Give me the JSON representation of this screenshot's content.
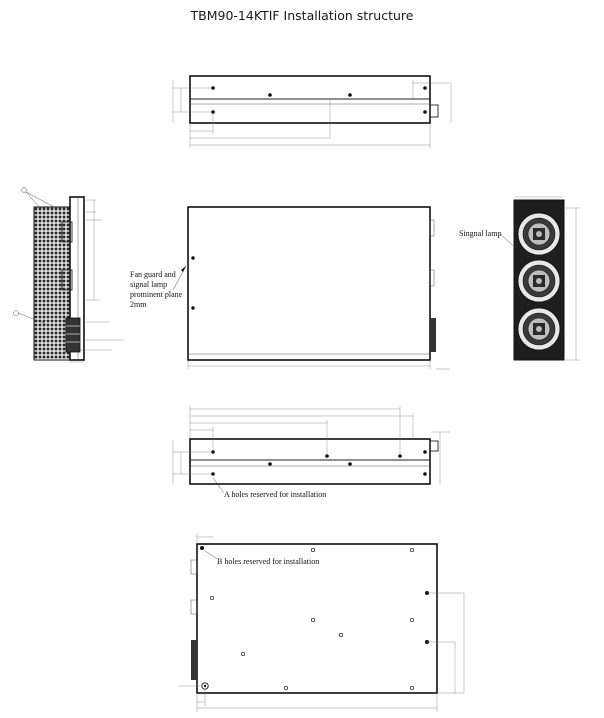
{
  "title": "TBM90-14KTIF Installation structure",
  "labels": {
    "fan_guard_line1": "Fan guard and",
    "fan_guard_line2": "signal lamp",
    "fan_guard_line3": "prominent plane",
    "fan_guard_line4": "2mm",
    "signal_lamp": "Singnal lamp",
    "a_holes": "A holes reserved for installation",
    "b_holes": "B holes reserved for installation"
  }
}
